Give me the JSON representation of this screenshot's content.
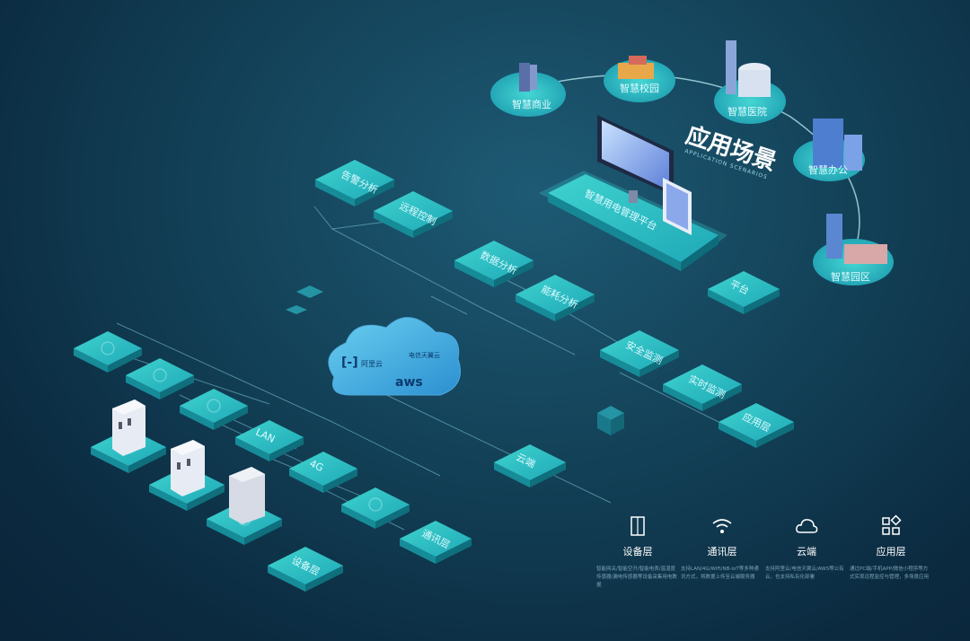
{
  "application": {
    "title": "应用场景",
    "subtitle": "APPLICATION SCENARIOS",
    "scenes": [
      "智慧商业",
      "智慧校园",
      "智慧医院",
      "智慧办公",
      "智慧园区"
    ]
  },
  "platform_title": "智慧用电管理平台",
  "cloud": {
    "brand": "阿里云",
    "brand2": "电信天翼云",
    "aws": "aws"
  },
  "tiles": {
    "t1": "告警分析",
    "t2": "远程控制",
    "t3": "数据分析",
    "t4": "能耗分析",
    "t5": "安全监测",
    "t6": "实时监测",
    "lan": "LAN",
    "g4": "4G"
  },
  "layers": {
    "platform": "平台",
    "app": "应用层",
    "cloud": "云端",
    "comm": "通讯层",
    "device": "设备层"
  },
  "legend": [
    {
      "title": "设备层",
      "icon": "device-icon",
      "desc": "智能网关/智能空开/智能电表/温湿度传感器/漏电传感器等设备采集用电数据"
    },
    {
      "title": "通讯层",
      "icon": "wifi-icon",
      "desc": "支持LAN/4G/WiFi/NB-IoT等多种通讯方式，将数据上传至云端服务器"
    },
    {
      "title": "云端",
      "icon": "cloud-icon",
      "desc": "支持阿里云/电信天翼云/AWS等公有云，也支持私有化部署"
    },
    {
      "title": "应用层",
      "icon": "apps-icon",
      "desc": "通过PC端/手机APP/微信小程序等方式实现远程监控与管理，多场景应用"
    }
  ],
  "colors": {
    "accent": "#2fc1c9",
    "background": "#124056"
  }
}
